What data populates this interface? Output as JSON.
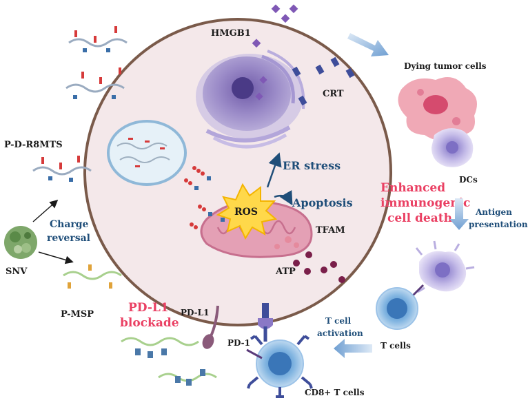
{
  "labels": {
    "hmgb1": "HMGB1",
    "crt": "CRT",
    "dying_tumor_cells": "Dying tumor cells",
    "dcs": "DCs",
    "p_d_r8mts": "P-D-R8MTS",
    "charge_reversal_line1": "Charge",
    "charge_reversal_line2": "reversal",
    "snv": "SNV",
    "p_msp": "P-MSP",
    "er_stress": "ER stress",
    "ros": "ROS",
    "apoptosis": "Apoptosis",
    "tfam": "TFAM",
    "atp": "ATP",
    "enhanced_icd_line1": "Enhanced",
    "enhanced_icd_line2": "immunogenic",
    "enhanced_icd_line3": "cell death",
    "antigen_presentation_line1": "Antigen",
    "antigen_presentation_line2": "presentation",
    "pd_l1_blockade_line1": "PD-L1",
    "pd_l1_blockade_line2": "blockade",
    "pd_l1": "PD-L1",
    "pd_1": "PD-1",
    "t_cell_activation_line1": "T cell",
    "t_cell_activation_line2": "activation",
    "t_cells": "T cells",
    "cd8_t_cells": "CD8+ T cells"
  },
  "colors": {
    "cell_fill": "#f4e8ea",
    "cell_border": "#7a5a4a",
    "nucleus": "#8f7ec0",
    "mitochondria": "#dc8fa6",
    "ros_burst": "#ffd84a",
    "t_cell": "#5b95cf",
    "dc": "#b9aee0",
    "text_blue": "#1f4e79",
    "text_red": "#ea4063"
  }
}
